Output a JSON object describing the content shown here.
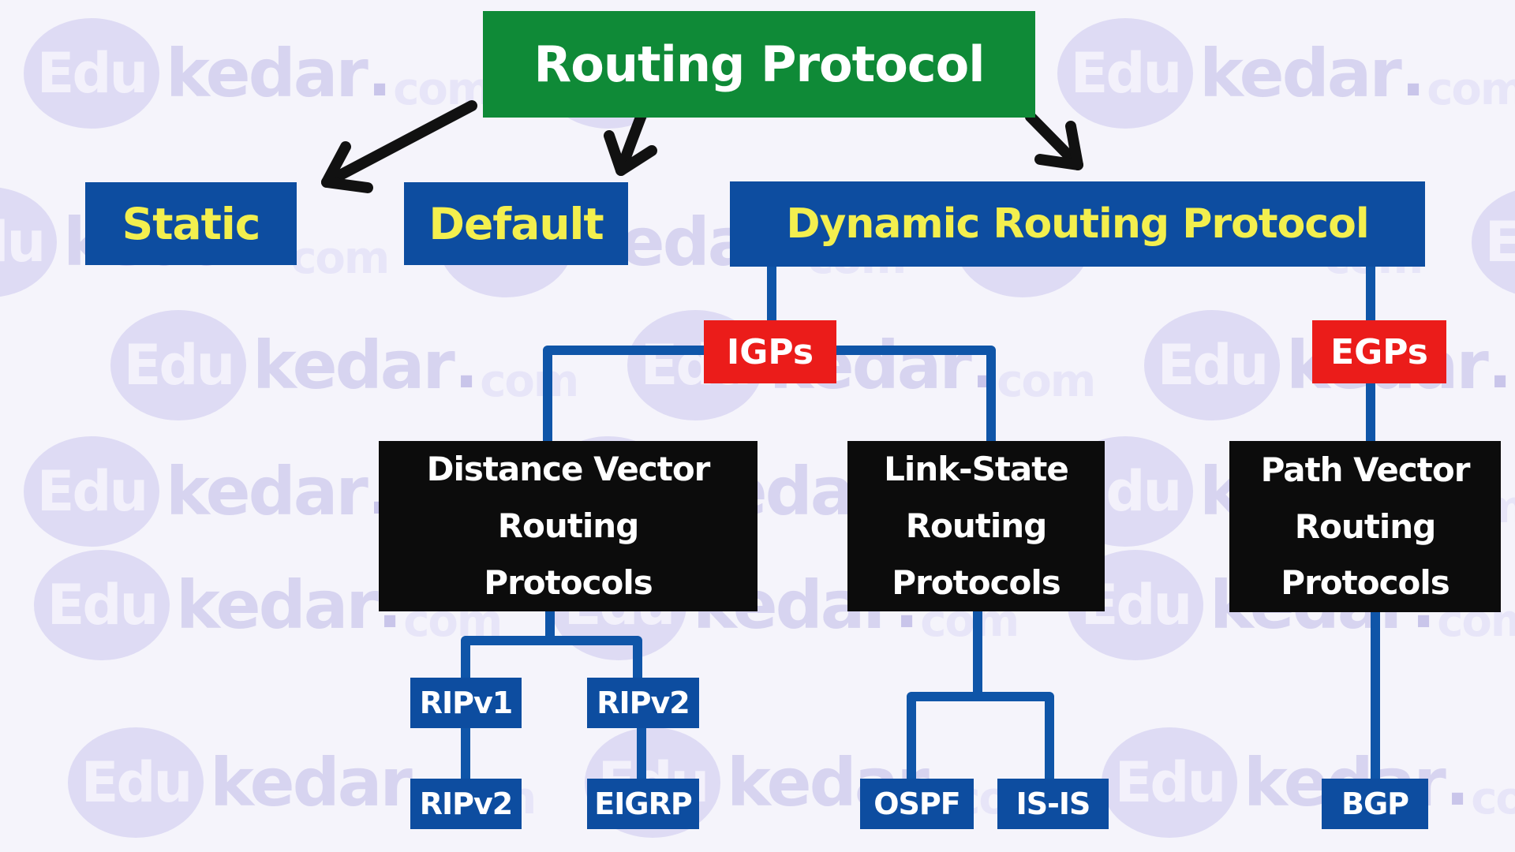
{
  "diagram_title": "Routing Protocol",
  "watermark": {
    "logo_text": "Edu",
    "brand_text": "kedar",
    "separator": ".",
    "tld_text": "com"
  },
  "colors": {
    "background": "#f5f4fb",
    "root_green": "#0f8a37",
    "box_blue": "#0d4da0",
    "connector_blue": "#0f55a8",
    "label_yellow": "#f3ef4e",
    "tag_red": "#eb1c1a",
    "box_black": "#0c0c0c",
    "text_white": "#ffffff",
    "arrow_black": "#111111",
    "watermark_lavender": "#dedbf4"
  },
  "nodes": {
    "root": {
      "label": "Routing Protocol"
    },
    "static": {
      "label": "Static"
    },
    "default": {
      "label": "Default"
    },
    "dynamic": {
      "label": "Dynamic Routing Protocol"
    },
    "igps": {
      "label": "IGPs"
    },
    "egps": {
      "label": "EGPs"
    },
    "distance_vector": {
      "lines": [
        "Distance Vector",
        "Routing",
        "Protocols"
      ]
    },
    "link_state": {
      "lines": [
        "Link-State",
        "Routing",
        "Protocols"
      ]
    },
    "path_vector": {
      "lines": [
        "Path Vector",
        "Routing",
        "Protocols"
      ]
    },
    "ripv1": {
      "label": "RIPv1"
    },
    "ripv2_upper": {
      "label": "RIPv2"
    },
    "ripv2_lower": {
      "label": "RIPv2"
    },
    "eigrp": {
      "label": "EIGRP"
    },
    "ospf": {
      "label": "OSPF"
    },
    "isis": {
      "label": "IS-IS"
    },
    "bgp": {
      "label": "BGP"
    }
  }
}
